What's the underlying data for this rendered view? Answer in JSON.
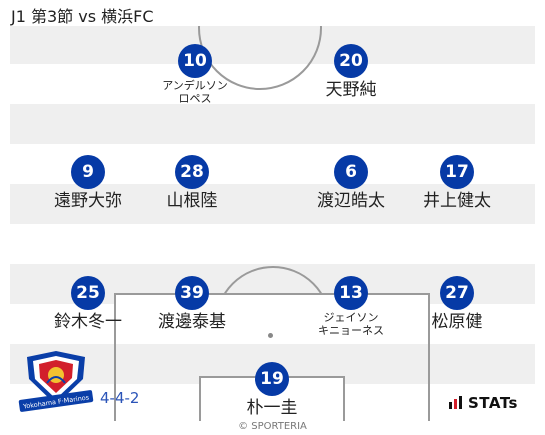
{
  "header": {
    "title": "J1 第3節 vs 横浜FC"
  },
  "formation": "4-4-2",
  "credit": "© SPORTERIA",
  "stats_brand": "STATs",
  "logo": {
    "text": "Yokohama F·Marinos"
  },
  "colors": {
    "badge": "#063aa6",
    "pitch_stripe": "#efefef",
    "lines": "#9a9a9a",
    "formation_text": "#2b54b8"
  },
  "players": [
    {
      "number": "10",
      "name": "アンデルソン\nロペス"
    },
    {
      "number": "20",
      "name": "天野純"
    },
    {
      "number": "9",
      "name": "遠野大弥"
    },
    {
      "number": "28",
      "name": "山根陸"
    },
    {
      "number": "6",
      "name": "渡辺皓太"
    },
    {
      "number": "17",
      "name": "井上健太"
    },
    {
      "number": "25",
      "name": "鈴木冬一"
    },
    {
      "number": "39",
      "name": "渡邊泰基"
    },
    {
      "number": "13",
      "name": "ジェイソン\nキニョーネス"
    },
    {
      "number": "27",
      "name": "松原健"
    },
    {
      "number": "19",
      "name": "朴一圭"
    }
  ]
}
